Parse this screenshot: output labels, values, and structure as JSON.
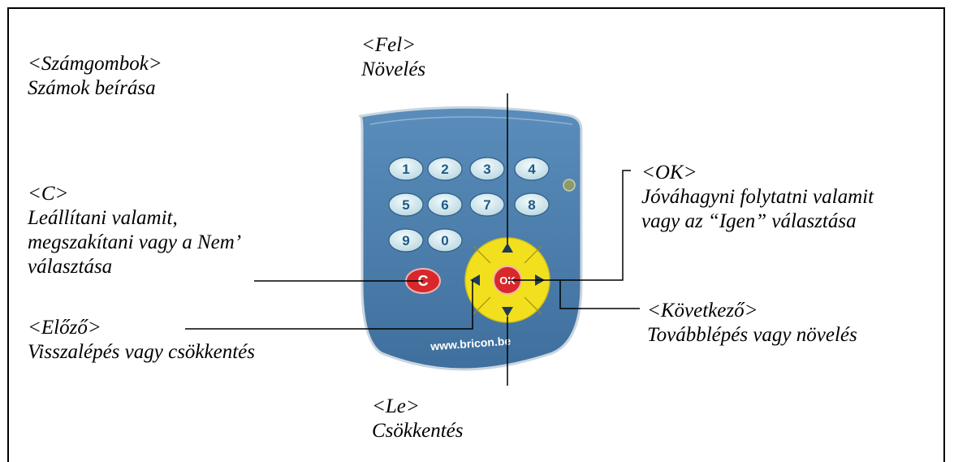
{
  "labels": {
    "number_keys": {
      "key": "<Számgombok>",
      "desc": "Számok beírása"
    },
    "up": {
      "key": "<Fel>",
      "desc": "Növelés"
    },
    "clear": {
      "key": "<C>",
      "line1": "Leállítani valamit,",
      "line2": "megszakítani vagy a Nem’",
      "line3": "választása"
    },
    "ok": {
      "key": "<OK>",
      "line1": "Jóváhagyni folytatni valamit",
      "line2": "vagy az “Igen” választása"
    },
    "previous": {
      "key": "<Előző>",
      "desc": "Visszalépés vagy csökkentés"
    },
    "next": {
      "key": "<Következő>",
      "desc": "Továbblépés vagy növelés"
    },
    "down": {
      "key": "<Le>",
      "desc": "Csökkentés"
    }
  },
  "keypad": {
    "numbers": [
      "1",
      "2",
      "3",
      "4",
      "5",
      "6",
      "7",
      "8",
      "9",
      "0"
    ],
    "clear_label": "C",
    "ok_label": "OK",
    "url": "www.bricon.be",
    "colors": {
      "body": "#4a7fb0",
      "key": "#cde3ea",
      "dpad": "#f2e01e",
      "red": "#d8282b"
    }
  }
}
